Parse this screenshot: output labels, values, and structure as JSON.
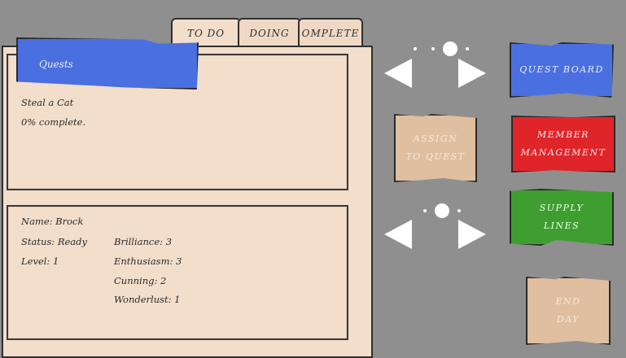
{
  "tabs": [
    {
      "label": "TO DO"
    },
    {
      "label": "DOING"
    },
    {
      "label": "OMPLETE"
    }
  ],
  "quest_panel": {
    "banner": "Quests",
    "items": [
      {
        "name": "Steal a Cat",
        "progress": "0% complete."
      }
    ]
  },
  "member": {
    "name": "Name: Brock",
    "status": "Status: Ready",
    "level": "Level: 1",
    "stats": [
      "Brilliance: 3",
      "Enthusiasm: 3",
      "Cunning: 2",
      "Wonderlust: 1"
    ]
  },
  "buttons": {
    "assign": "ASSIGN\nTO QUEST",
    "quest_board": "QUEST BOARD",
    "member_management": "MEMBER\nMANAGEMENT",
    "supply_lines": "SUPPLY\nLINES",
    "end_day": "END\nDAY"
  },
  "colors": {
    "background": "#8f8f8f",
    "paper": "#f3decb",
    "quest_board": "#4a6fe0",
    "member_management": "#e0252a",
    "supply_lines": "#3e9e2f",
    "tan": "#dfbfa0"
  },
  "icons": [
    "arrow-left-icon",
    "arrow-right-icon",
    "page-dots-icon"
  ]
}
